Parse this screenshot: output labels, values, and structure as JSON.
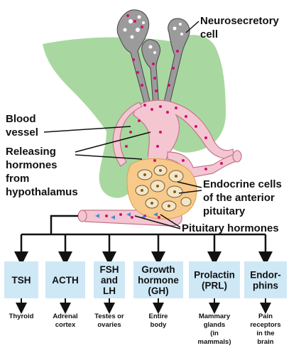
{
  "labels": {
    "neurosecretory_cell": [
      "Neurosecretory",
      "cell"
    ],
    "blood_vessel": [
      "Blood",
      "vessel"
    ],
    "releasing_hormones": [
      "Releasing",
      "hormones",
      "from",
      "hypothalamus"
    ],
    "endocrine_cells": [
      "Endocrine cells",
      "of the anterior",
      "pituitary"
    ],
    "pituitary_hormones": "Pituitary hormones"
  },
  "hormones": [
    {
      "name": [
        "TSH"
      ],
      "target": [
        "Thyroid"
      ]
    },
    {
      "name": [
        "ACTH"
      ],
      "target": [
        "Adrenal",
        "cortex"
      ]
    },
    {
      "name": [
        "FSH",
        "and",
        "LH"
      ],
      "target": [
        "Testes or",
        "ovaries"
      ]
    },
    {
      "name": [
        "Growth",
        "hormone",
        "(GH)"
      ],
      "target": [
        "Entire",
        "body"
      ]
    },
    {
      "name": [
        "Prolactin",
        "(PRL)"
      ],
      "target": [
        "Mammary",
        "glands",
        "(in",
        "mammals)"
      ]
    },
    {
      "name": [
        "Endor-",
        "phins"
      ],
      "target": [
        "Pain",
        "receptors",
        "in the",
        "brain"
      ]
    }
  ],
  "colors": {
    "background": "#ffffff",
    "hypothalamus_green": "#a8d8a0",
    "vessel_pink": "#f4c6d2",
    "pituitary_orange": "#f7c98b",
    "cell_gray": "#9b9b9b",
    "hormone_dot_magenta": "#d0106f",
    "hormone_box": "#cfe8f6"
  }
}
